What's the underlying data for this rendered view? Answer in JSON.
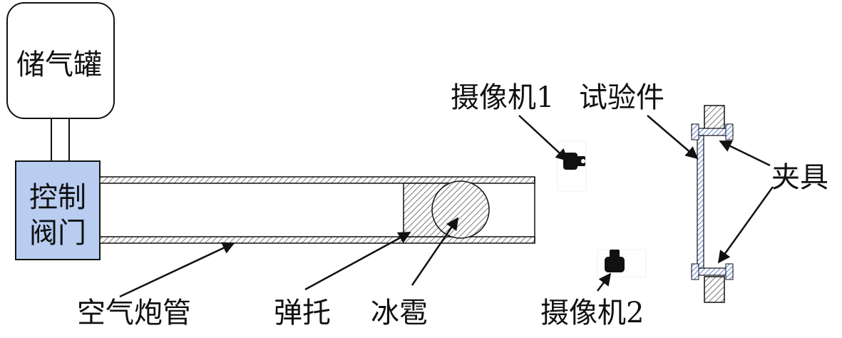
{
  "labels": {
    "tank": "储气罐",
    "valve_line1": "控制",
    "valve_line2": "阀门",
    "gun_tube": "空气炮管",
    "sabot": "弹托",
    "hailstone": "冰雹",
    "camera1": "摄像机1",
    "specimen": "试验件",
    "clamp": "夹具",
    "camera2": "摄像机2"
  },
  "colors": {
    "valve_fill": "#b9cdf1",
    "specimen_fill": "#5a7fd6",
    "stroke": "#111111",
    "hatch": "#555555"
  },
  "icons": {
    "camera1": "video-camera-icon",
    "camera2": "video-camera-icon"
  }
}
